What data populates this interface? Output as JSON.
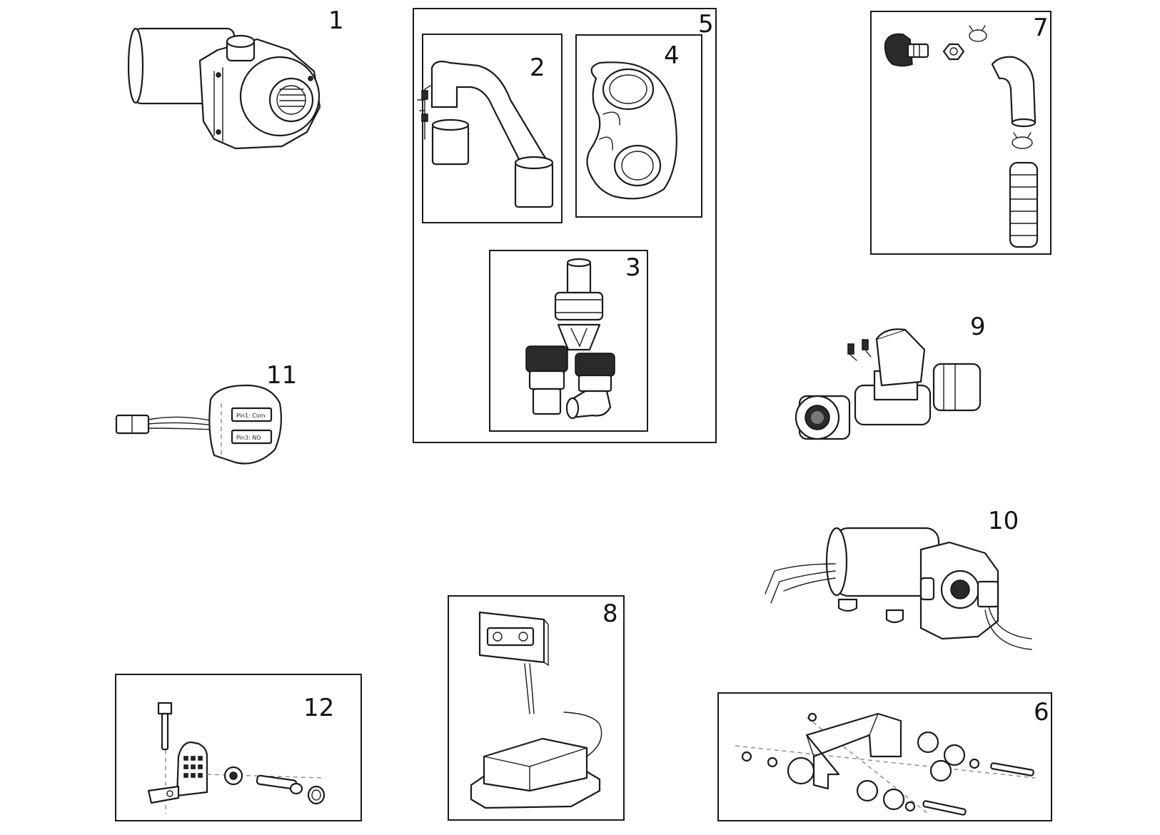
{
  "parts": {
    "p1": "1",
    "p2": "2",
    "p3": "3",
    "p4": "4",
    "p5": "5",
    "p6": "6",
    "p7": "7",
    "p8": "8",
    "p9": "9",
    "p10": "10",
    "p11": "11",
    "p12": "12"
  },
  "switch_labels": {
    "pin1": "Pin1: Com",
    "pin3": "Pin3: NO"
  }
}
